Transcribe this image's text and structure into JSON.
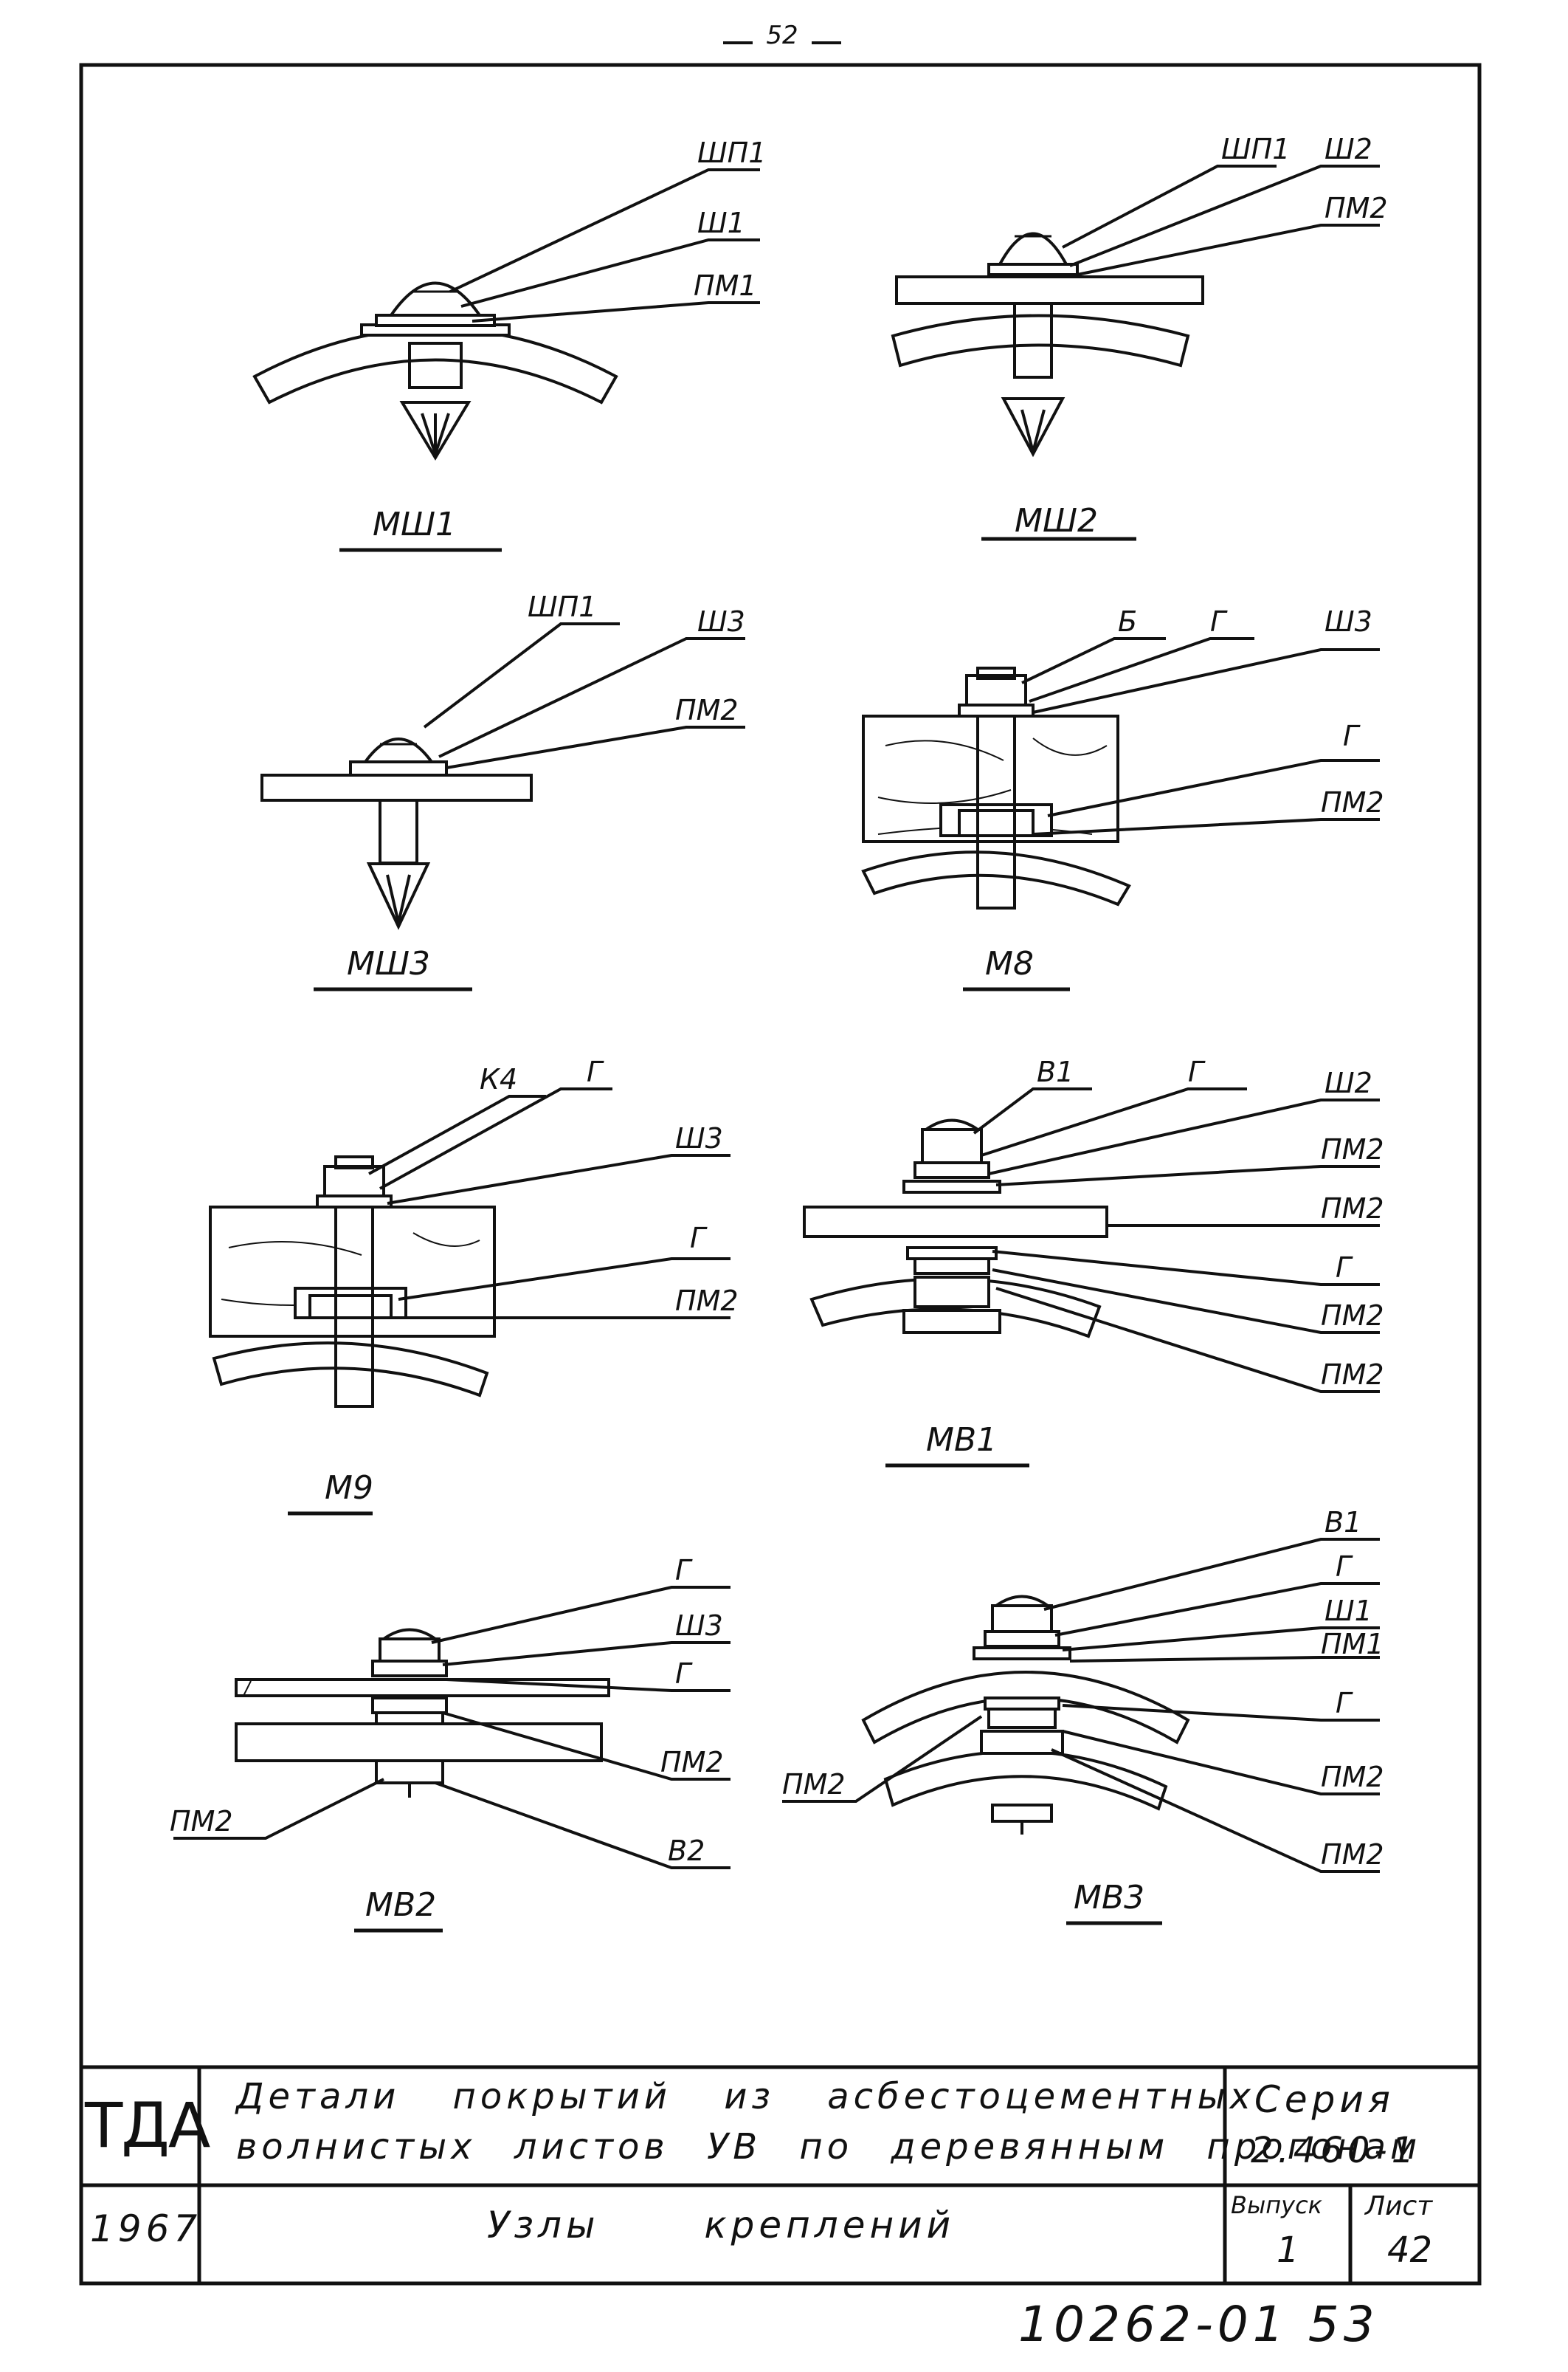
{
  "page_number": "52",
  "figures": {
    "msh1": {
      "title": "МШ1",
      "labels": [
        "ШП1",
        "Ш1",
        "ПМ1"
      ]
    },
    "msh2": {
      "title": "МШ2",
      "labels": [
        "ШП1",
        "Ш2",
        "ПМ2"
      ]
    },
    "msh3": {
      "title": "МШ3",
      "labels": [
        "ШП1",
        "Ш3",
        "ПМ2"
      ]
    },
    "m8": {
      "title": "М8",
      "labels": [
        "Б",
        "Г",
        "Ш3",
        "Г",
        "ПМ2"
      ]
    },
    "m9": {
      "title": "М9",
      "labels": [
        "К4",
        "Г",
        "Ш3",
        "Г",
        "ПМ2"
      ]
    },
    "mv1": {
      "title": "МВ1",
      "labels": [
        "В1",
        "Г",
        "Ш2",
        "ПМ2",
        "ПМ2",
        "Г",
        "ПМ2",
        "ПМ2"
      ]
    },
    "mv2": {
      "title": "МВ2",
      "labels": [
        "Г",
        "Ш3",
        "Г",
        "ПМ2",
        "В2",
        "ПМ2"
      ]
    },
    "mv3": {
      "title": "МВ3",
      "labels": [
        "В1",
        "Г",
        "Ш1",
        "ПМ1",
        "Г",
        "ПМ2",
        "ПМ2",
        "ПМ2"
      ]
    }
  },
  "title_block": {
    "org": "ТДА",
    "year": "1967",
    "title_line1": "Детали покрытий из асбестоцементных",
    "title_line2": "волнистых листов УВ по деревянным прогонам",
    "subtitle": "Узлы креплений",
    "series_label": "Серия",
    "series_value": "2.460-1",
    "issue_label": "Выпуск",
    "issue_value": "1",
    "sheet_label": "Лист",
    "sheet_value": "42"
  },
  "bottom_code": "10262-01  53"
}
